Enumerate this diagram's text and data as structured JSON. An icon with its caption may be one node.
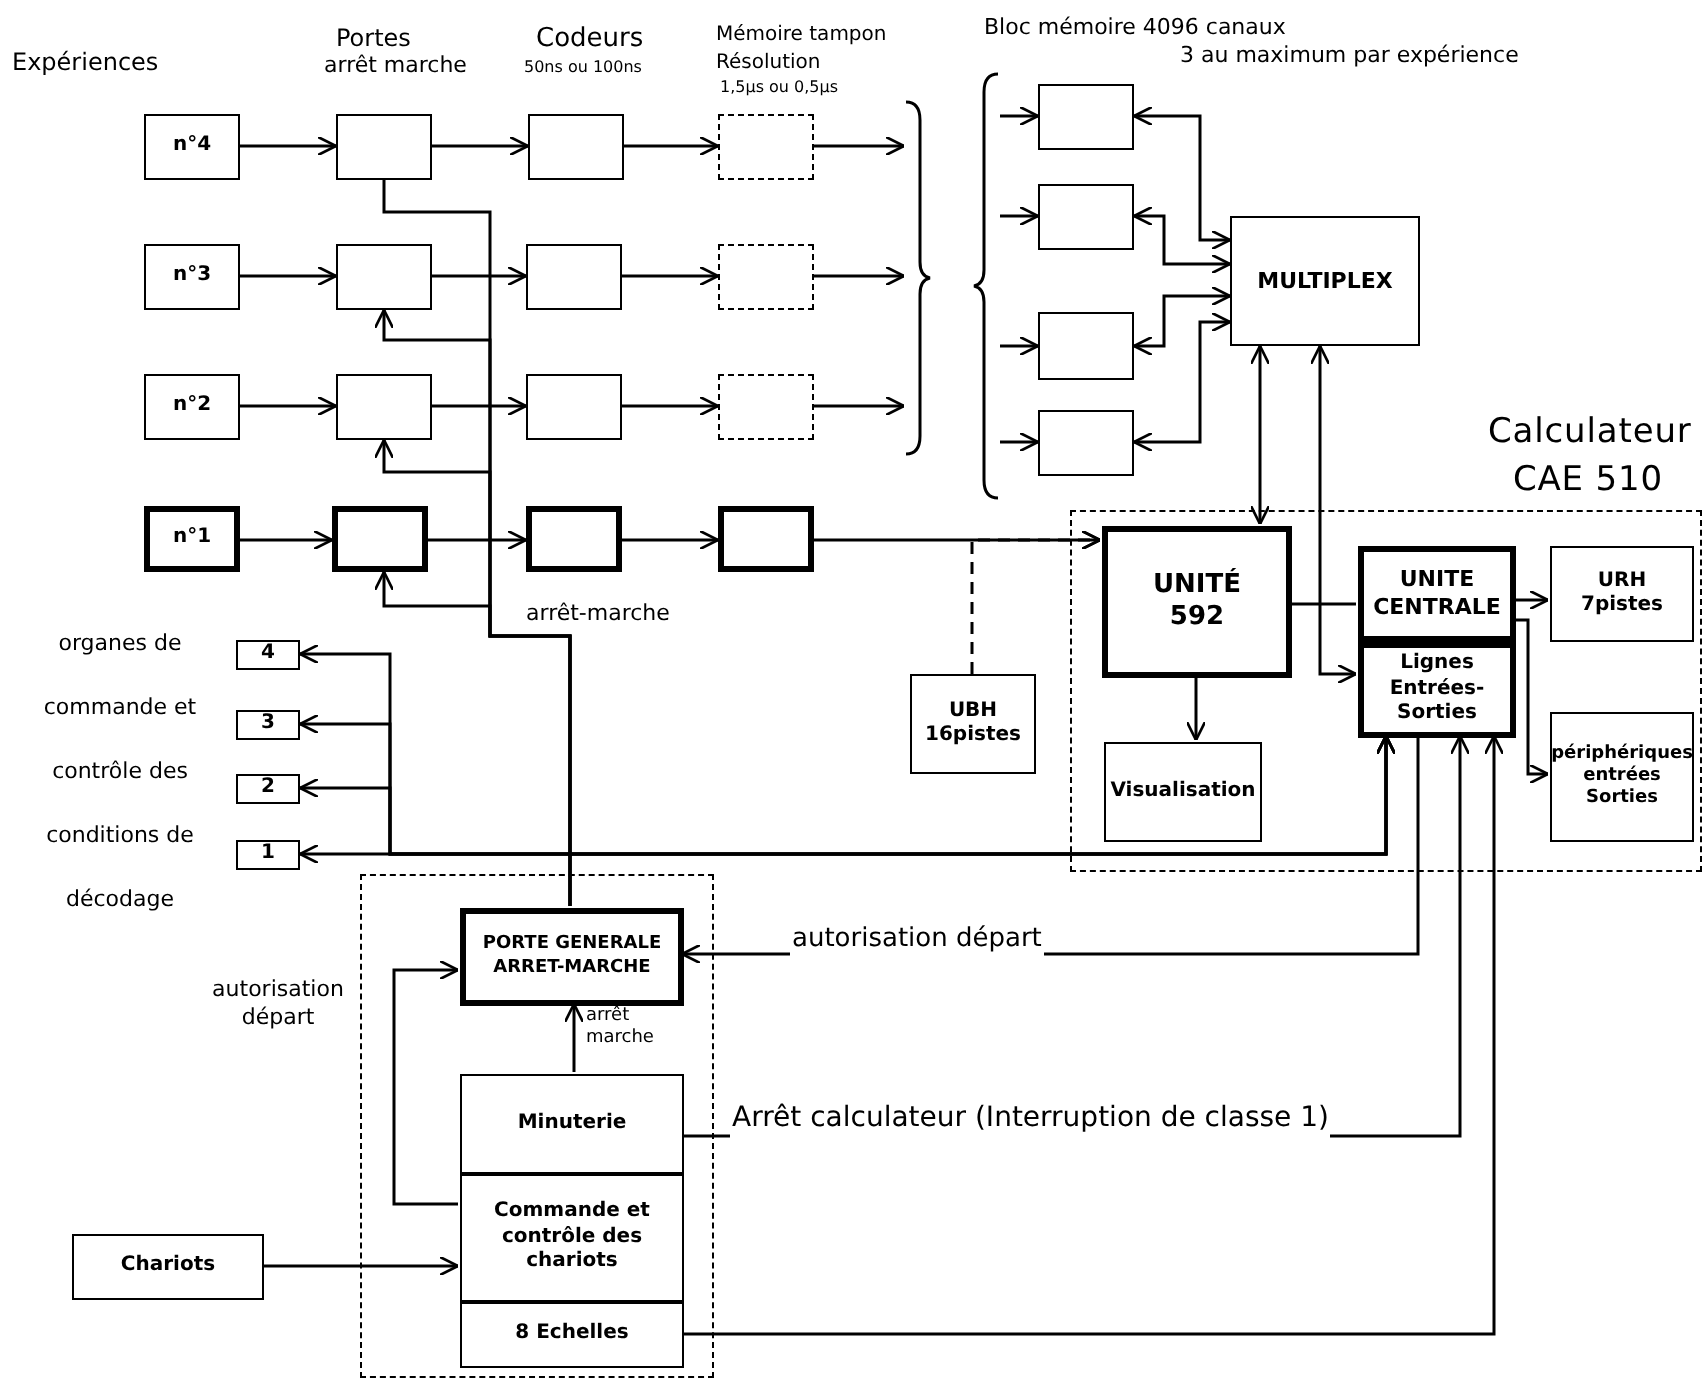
{
  "diagram": {
    "nodes": [
      {
        "text": [
          "n°4"
        ]
      },
      {
        "text": [
          "n°3"
        ]
      },
      {
        "text": [
          "n°2"
        ]
      },
      {
        "text": [
          "n°1"
        ]
      },
      {
        "text": [],
        "shape": "box"
      },
      {
        "text": [],
        "shape": "box"
      },
      {
        "text": [],
        "shape": "box"
      },
      {
        "text": [],
        "shape": "box"
      },
      {
        "text": [],
        "shape": "box"
      },
      {
        "text": [],
        "shape": "box"
      },
      {
        "text": [],
        "shape": "box"
      },
      {
        "text": [],
        "shape": "box"
      },
      {
        "text": [],
        "shape": "box"
      },
      {
        "text": [],
        "shape": "box"
      },
      {
        "text": [],
        "shape": "box"
      },
      {
        "text": [],
        "shape": "box"
      },
      {
        "text": [],
        "shape": "box"
      },
      {
        "text": [],
        "shape": "box"
      },
      {
        "text": [],
        "shape": "box"
      },
      {
        "text": [],
        "shape": "box"
      },
      {
        "text": [
          "MULTIPLEX"
        ]
      },
      {
        "text": [
          "Calculateur CAE 510"
        ]
      },
      {
        "text": [
          "UNITÉ",
          "592"
        ],
        "in": 21
      },
      {
        "text": [
          "Visualisation"
        ],
        "in": 21
      },
      {
        "text": [
          "UNITE CENTRALE"
        ],
        "in": 21
      },
      {
        "text": [
          "Lignes Entrées-Sorties"
        ],
        "in": 21
      },
      {
        "text": [
          "URH 7pistes"
        ],
        "in": 21
      },
      {
        "text": [
          "périphériques entrées Sorties"
        ],
        "in": 21
      },
      {
        "text": [
          "UBH 16pistes"
        ]
      },
      {
        "text": [
          "4"
        ]
      },
      {
        "text": [
          "3"
        ]
      },
      {
        "text": [
          "2"
        ]
      },
      {
        "text": [
          "1"
        ]
      },
      {
        "text": [],
        "shape": "box"
      },
      {
        "text": [
          "PORTE GENERALE",
          "ARRET-MARCHE"
        ],
        "in": 33
      },
      {
        "text": [
          "Minuterie"
        ],
        "in": 33
      },
      {
        "text": [
          "Commande et contrôle des chariots"
        ],
        "in": 33
      },
      {
        "text": [
          "8 Echelles"
        ],
        "in": 33
      },
      {
        "text": [
          "Chariots"
        ]
      },
      {
        "text": [],
        "shape": "brace"
      },
      {
        "text": [],
        "shape": "brace"
      }
    ],
    "edges": [
      {
        "from": 0,
        "to": 4,
        "arrow": "to"
      },
      {
        "from": 1,
        "to": 5,
        "arrow": "to"
      },
      {
        "from": 2,
        "to": 6,
        "arrow": "to"
      },
      {
        "from": 3,
        "to": 7,
        "arrow": "to"
      },
      {
        "from": 4,
        "to": 8,
        "arrow": "to"
      },
      {
        "from": 5,
        "to": 9,
        "arrow": "to"
      },
      {
        "from": 6,
        "to": 10,
        "arrow": "to"
      },
      {
        "from": 7,
        "to": 11,
        "arrow": "to"
      },
      {
        "from": 8,
        "to": 12,
        "arrow": "to"
      },
      {
        "from": 9,
        "to": 13,
        "arrow": "to"
      },
      {
        "from": 10,
        "to": 14,
        "arrow": "to"
      },
      {
        "from": 11,
        "to": 15,
        "arrow": "to"
      },
      {
        "from": 12,
        "to": 39,
        "arrow": "to"
      },
      {
        "from": 13,
        "to": 39,
        "arrow": "to"
      },
      {
        "from": 14,
        "to": 39,
        "arrow": "to"
      },
      {
        "from": 15,
        "to": 22,
        "arrow": "to"
      },
      {
        "from": 40,
        "to": 16,
        "arrow": "to"
      },
      {
        "from": 40,
        "to": 17,
        "arrow": "to"
      },
      {
        "from": 40,
        "to": 18,
        "arrow": "to"
      },
      {
        "from": 40,
        "to": 19,
        "arrow": "to"
      },
      {
        "from": 16,
        "to": 20,
        "arrow": "both"
      },
      {
        "from": 17,
        "to": 20,
        "arrow": "both"
      },
      {
        "from": 18,
        "to": 20,
        "arrow": "both"
      },
      {
        "from": 19,
        "to": 20,
        "arrow": "both"
      },
      {
        "from": 20,
        "to": 22,
        "arrow": "both"
      },
      {
        "from": 20,
        "to": 25,
        "arrow": "both"
      },
      {
        "from": 22,
        "to": 23,
        "arrow": "to"
      },
      {
        "from": 22,
        "to": 24,
        "arrow": "none"
      },
      {
        "from": 24,
        "to": 26,
        "arrow": "to"
      },
      {
        "from": 24,
        "to": 27,
        "arrow": "to"
      },
      {
        "from": 28,
        "to": 22,
        "arrow": "to",
        "style": "dashed"
      },
      {
        "from": 29,
        "to": 25,
        "arrow": "both"
      },
      {
        "from": 30,
        "to": 25,
        "arrow": "both"
      },
      {
        "from": 31,
        "to": 25,
        "arrow": "both"
      },
      {
        "from": 32,
        "to": 25,
        "arrow": "both"
      },
      {
        "from": 34,
        "to": 7,
        "arrow": "to",
        "label": "arrêt-marche"
      },
      {
        "from": 34,
        "to": 6,
        "arrow": "to"
      },
      {
        "from": 34,
        "to": 5,
        "arrow": "to"
      },
      {
        "from": 34,
        "to": 4,
        "arrow": "none"
      },
      {
        "from": 25,
        "to": 34,
        "arrow": "to",
        "label": "autorisation départ"
      },
      {
        "from": 36,
        "to": 34,
        "arrow": "to",
        "label": "autorisation départ"
      },
      {
        "from": 35,
        "to": 34,
        "arrow": "to",
        "label": "arrêt marche"
      },
      {
        "from": 35,
        "to": 25,
        "arrow": "to",
        "label": "Arrêt calculateur (Interruption de classe 1)"
      },
      {
        "from": 37,
        "to": 25,
        "arrow": "to"
      },
      {
        "from": 38,
        "to": 36,
        "arrow": "to"
      }
    ],
    "labels": [
      "Expériences",
      "Portes",
      "arrêt marche",
      "Codeurs",
      "50ns ou 100ns",
      "Mémoire tampon",
      "Résolution",
      "1,5µs ou 0,5µs",
      "Bloc mémoire 4096 canaux",
      "3 au maximum par expérience",
      "organes de commande et contrôle des conditions de décodage"
    ]
  }
}
